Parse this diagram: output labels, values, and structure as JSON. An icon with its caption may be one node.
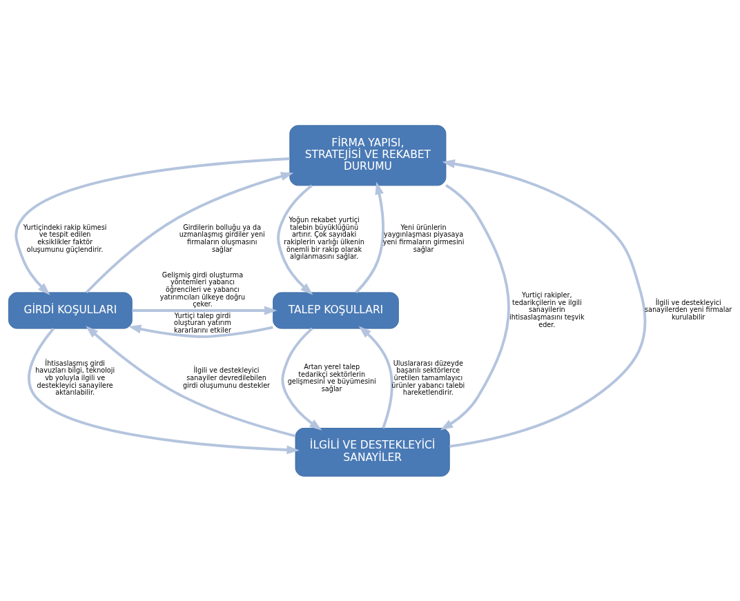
{
  "diagram": {
    "nodes": [
      {
        "text": [
          "FİRMA YAPISI, STRATEJİSİ VE REKABET DURUMU"
        ]
      },
      {
        "text": [
          "GİRDİ KOŞULLARI"
        ]
      },
      {
        "text": [
          "TALEP KOŞULLARI"
        ]
      },
      {
        "text": [
          "İLGİLİ VE DESTEKLEYİCİ SANAYİLER"
        ]
      }
    ],
    "edges": [
      {
        "from": 1,
        "to": 0,
        "arrow": "to",
        "label": "Girdilerin bolluğu ya da uzmanlaşmış girdiler yeni firmaların oluşmasını sağlar"
      },
      {
        "from": 0,
        "to": 1,
        "arrow": "to",
        "label": "Yurtiçindeki rakip kümesi ve tespit edilen eksiklikler faktör oluşumunu güçlendirir."
      },
      {
        "from": 2,
        "to": 0,
        "arrow": "to",
        "label": "Yeni ürünlerin yaygınlaşması piyasaya yeni firmaların girmesini sağlar"
      },
      {
        "from": 0,
        "to": 2,
        "arrow": "to",
        "label": "Yoğun rekabet yurtiçi talebin büyüklüğünü artırır. Çok sayıdaki rakiplerin varlığı ülkenin önemli bir rakip olarak algılanmasını sağlar."
      },
      {
        "from": 3,
        "to": 0,
        "arrow": "to",
        "label": "İlgili ve destekleyici sanayilerden yeni firmalar kurulabilir"
      },
      {
        "from": 1,
        "to": 2,
        "arrow": "to",
        "label": "Gelişmiş girdi oluşturma yöntemleri yabancı öğrencileri ve yabancı yatırımcıları ülkeye doğru çeker."
      },
      {
        "from": 2,
        "to": 1,
        "arrow": "to",
        "label": "Yurtiçi talep girdi oluşturan yatırım kararlarını etkiler"
      },
      {
        "from": 3,
        "to": 1,
        "arrow": "to",
        "label": "İlgili ve destekleyici sanayiler devredilebilen girdi oluşumunu destekler"
      },
      {
        "from": 0,
        "to": 3,
        "arrow": "to",
        "label": "Yurtiçi rakipler, tedarikçilerin ve ilgili sanayilerin ihtisaslaşmasını teşvik eder."
      },
      {
        "from": 2,
        "to": 3,
        "arrow": "to",
        "label": "Artan yerel talep tedarikçi sektörlerin gelişmesini ve büyümesini sağlar"
      },
      {
        "from": 3,
        "to": 2,
        "arrow": "to",
        "label": "Uluslararası düzeyde başarılı sektörlerce üretilen tamamlayıcı ürünler yabancı talebi hareketlendirir."
      },
      {
        "from": 1,
        "to": 3,
        "arrow": "to",
        "label": "İhtisaslaşmış girdi havuzları bilgi, teknoloji vb yoluyla ilgili ve destekleyici sanayilere aktarılabilir."
      }
    ]
  }
}
